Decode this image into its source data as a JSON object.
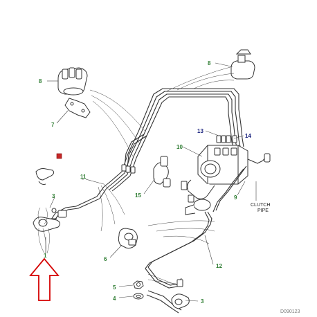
{
  "diagram": {
    "document_id": "D090123",
    "clutch_label_line1": "CLUTCH",
    "clutch_label_line2": "PIPE",
    "colors": {
      "callout_green": "#2e7d32",
      "callout_navy": "#1a237e",
      "highlight_red": "#d50000",
      "line": "#333333",
      "leader": "#444444"
    },
    "callouts": [
      {
        "key": "c1",
        "text": "1",
        "color": "callout_green"
      },
      {
        "key": "c3a",
        "text": "3",
        "color": "callout_green"
      },
      {
        "key": "c3b",
        "text": "3",
        "color": "callout_green"
      },
      {
        "key": "c4",
        "text": "4",
        "color": "callout_green"
      },
      {
        "key": "c5",
        "text": "5",
        "color": "callout_green"
      },
      {
        "key": "c6",
        "text": "6",
        "color": "callout_green"
      },
      {
        "key": "c7",
        "text": "7",
        "color": "callout_green"
      },
      {
        "key": "c8a",
        "text": "8",
        "color": "callout_green"
      },
      {
        "key": "c8b",
        "text": "8",
        "color": "callout_green"
      },
      {
        "key": "c9",
        "text": "9",
        "color": "callout_green"
      },
      {
        "key": "c10",
        "text": "10",
        "color": "callout_green"
      },
      {
        "key": "c11",
        "text": "11",
        "color": "callout_green"
      },
      {
        "key": "c12",
        "text": "12",
        "color": "callout_green"
      },
      {
        "key": "c13",
        "text": "13",
        "color": "callout_navy"
      },
      {
        "key": "c14",
        "text": "14",
        "color": "callout_navy"
      },
      {
        "key": "c15",
        "text": "15",
        "color": "callout_green"
      }
    ],
    "highlight_marker_icon": "red-square-marker-icon",
    "arrow_icon": "red-up-arrow-outline-icon"
  }
}
